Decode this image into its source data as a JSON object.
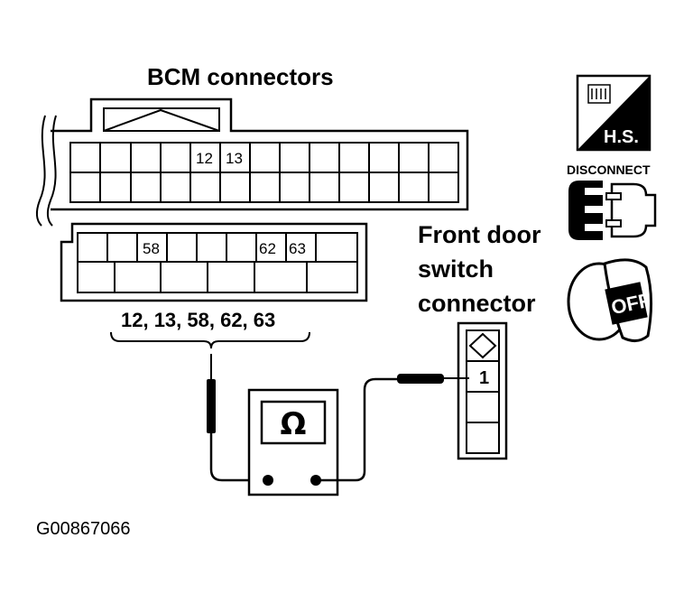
{
  "title": "BCM connectors",
  "bcm_upper_pins": [
    "12",
    "13"
  ],
  "bcm_lower_pins": [
    "58",
    "62",
    "63"
  ],
  "pin_list": "12, 13, 58, 62, 63",
  "front_door_label": [
    "Front door",
    "switch",
    "connector"
  ],
  "front_door_pin": "1",
  "ohmmeter_symbol": "Ω",
  "icons": {
    "harness_side": "H.S.",
    "disconnect": "DISCONNECT",
    "ignition": "OFF"
  },
  "figure_code": "G00867066"
}
